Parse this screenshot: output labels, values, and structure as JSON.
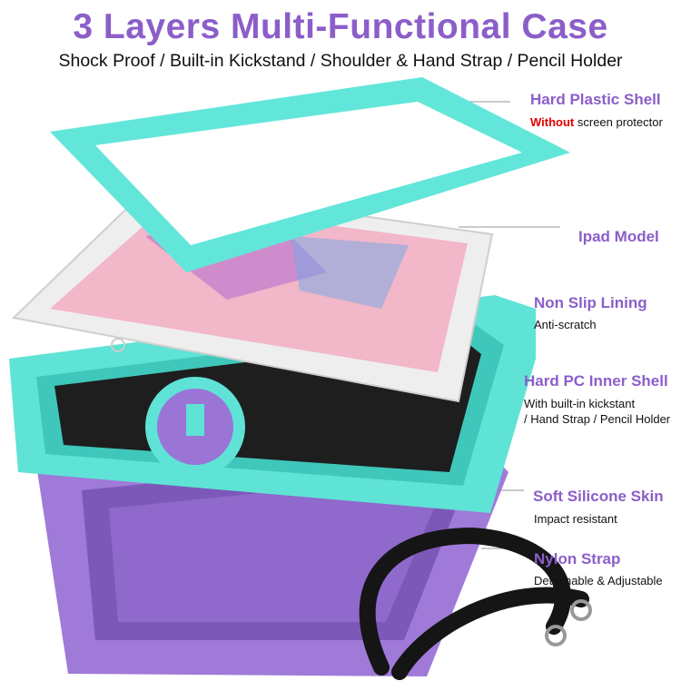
{
  "title": "3 Layers Multi-Functional Case",
  "subtitle": "Shock Proof / Built-in Kickstand / Shoulder & Hand Strap / Pencil Holder",
  "colors": {
    "accent": "#8b5ec9",
    "warning": "#e00000",
    "shell": "#5fe3d6",
    "skin": "#a07ad8",
    "lining": "#1e1e1e"
  },
  "features": [
    {
      "label": "Hard Plastic Shell",
      "note_emphasis": "Without",
      "note": " screen protector"
    },
    {
      "label": "Ipad Model"
    },
    {
      "label": "Non Slip Lining",
      "note": "Anti-scratch"
    },
    {
      "label": "Hard PC Inner Shell",
      "note": "With built-in kickstant",
      "note2": "/ Hand Strap / Pencil Holder"
    },
    {
      "label": "Soft Silicone Skin",
      "note": "Impact resistant"
    },
    {
      "label": "Nylon Strap",
      "note": "Detachable & Adjustable"
    }
  ]
}
